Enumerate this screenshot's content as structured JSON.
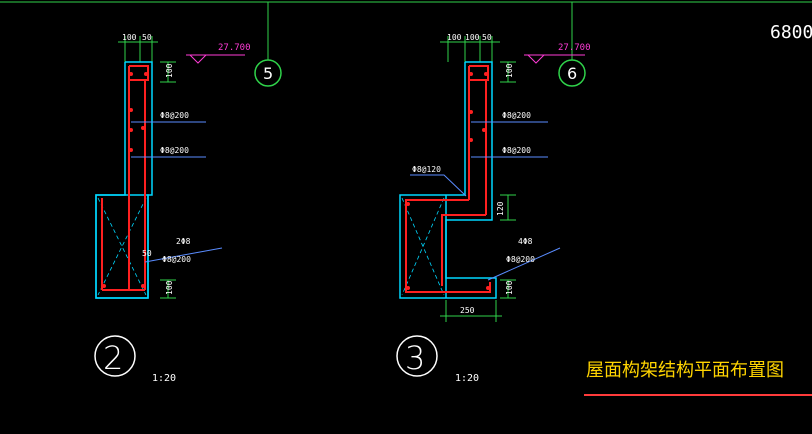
{
  "colors": {
    "background": "#000000",
    "cyan": "#00d8ff",
    "red": "#ff2020",
    "green": "#2fd24a",
    "white": "#ffffff",
    "magenta": "#ff3bd6",
    "grid_blue": "#5a8cff",
    "yellow": "#ffd400",
    "title_underline": "#ff3b3b"
  },
  "top_right_label": "6800",
  "detail_2": {
    "dims_top": [
      "100",
      "50"
    ],
    "elevation": "27.700",
    "axis": "5",
    "dim_right_top": "100",
    "rebar_upper_1": "Φ8@200",
    "rebar_upper_2": "Φ8@200",
    "rebar_lower_1": "2Φ8",
    "rebar_lower_2": "Φ8@200",
    "dim_side": "50",
    "dim_bottom_right": "100",
    "detail_number": "2",
    "scale": "1:20"
  },
  "detail_3": {
    "dims_top": [
      "100",
      "100",
      "50"
    ],
    "elevation": "27.700",
    "axis": "6",
    "dim_right_top": "100",
    "rebar_upper_1": "Φ8@200",
    "rebar_upper_2": "Φ8@200",
    "rebar_left": "Φ8@120",
    "dim_mid": "120",
    "rebar_lower_1": "4Φ8",
    "rebar_lower_2": "Φ8@200",
    "dim_bottom_right": "100",
    "dim_bottom": "250",
    "detail_number": "3",
    "scale": "1:20"
  },
  "drawing_title": "屋面构架结构平面布置图"
}
